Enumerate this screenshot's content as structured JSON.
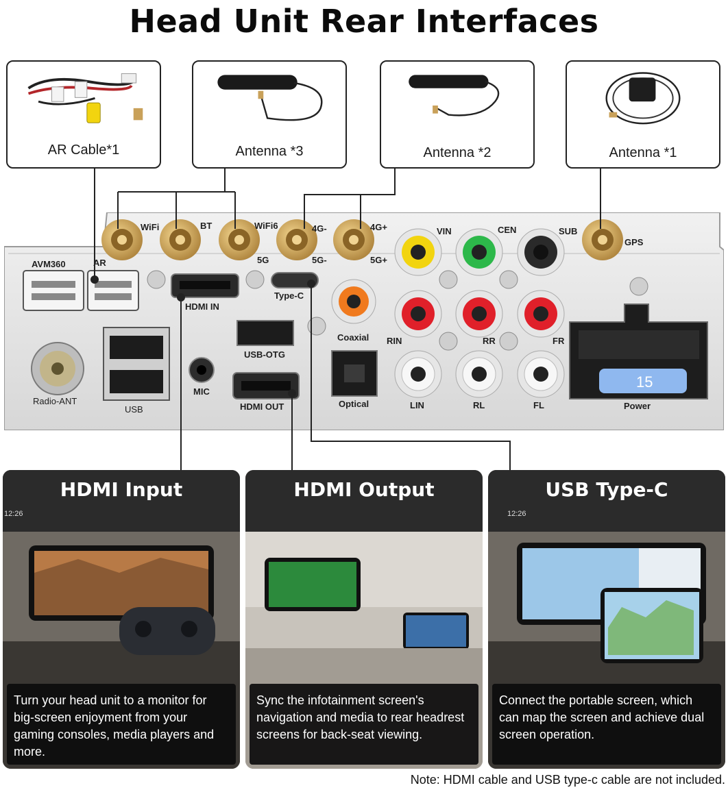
{
  "title": "Head Unit Rear Interfaces",
  "accessories": [
    {
      "label": "AR Cable*1"
    },
    {
      "label": "Antenna *3"
    },
    {
      "label": "Antenna *2"
    },
    {
      "label": "Antenna *1"
    }
  ],
  "ports": {
    "wifi": "WiFi",
    "bt": "BT",
    "wifi6": "WiFi6",
    "5g_a": "5G",
    "4g_minus": "4G-",
    "5g_minus": "5G-",
    "4g_plus": "4G+",
    "5g_plus": "5G+",
    "vin": "VIN",
    "cen": "CEN",
    "sub": "SUB",
    "gps": "GPS",
    "avm360": "AVM360",
    "ar": "AR",
    "hdmi_in": "HDMI  IN",
    "type_c": "Type-C",
    "coaxial": "Coaxial",
    "rin": "RIN",
    "rr": "RR",
    "fr": "FR",
    "usb_otg": "USB-OTG",
    "mic": "MIC",
    "hdmi_out": "HDMI  OUT",
    "optical": "Optical",
    "lin": "LIN",
    "rl": "RL",
    "fl": "FL",
    "power": "Power",
    "radio_ant": "Radio-ANT",
    "usb": "USB",
    "fuse": "15"
  },
  "cards": [
    {
      "title": "HDMI Input",
      "text": "Turn your head unit to a monitor for big-screen enjoyment from your gaming consoles, media players and more.",
      "clock": "12:26"
    },
    {
      "title": "HDMI Output",
      "text": "Sync the infotainment screen's navigation and media to rear headrest screens for back-seat viewing."
    },
    {
      "title": "USB Type-C",
      "text": "Connect the portable screen, which can map the screen and achieve dual screen operation.",
      "clock": "12:26"
    }
  ],
  "note": "Note: HDMI cable and USB type-c cable are not included.",
  "colors": {
    "gold": "#c9a15a",
    "yellow": "#f2d40f",
    "green": "#2db84a",
    "red": "#e0202a",
    "orange": "#f07a1e",
    "fuse_blue": "#8fb8ef"
  }
}
